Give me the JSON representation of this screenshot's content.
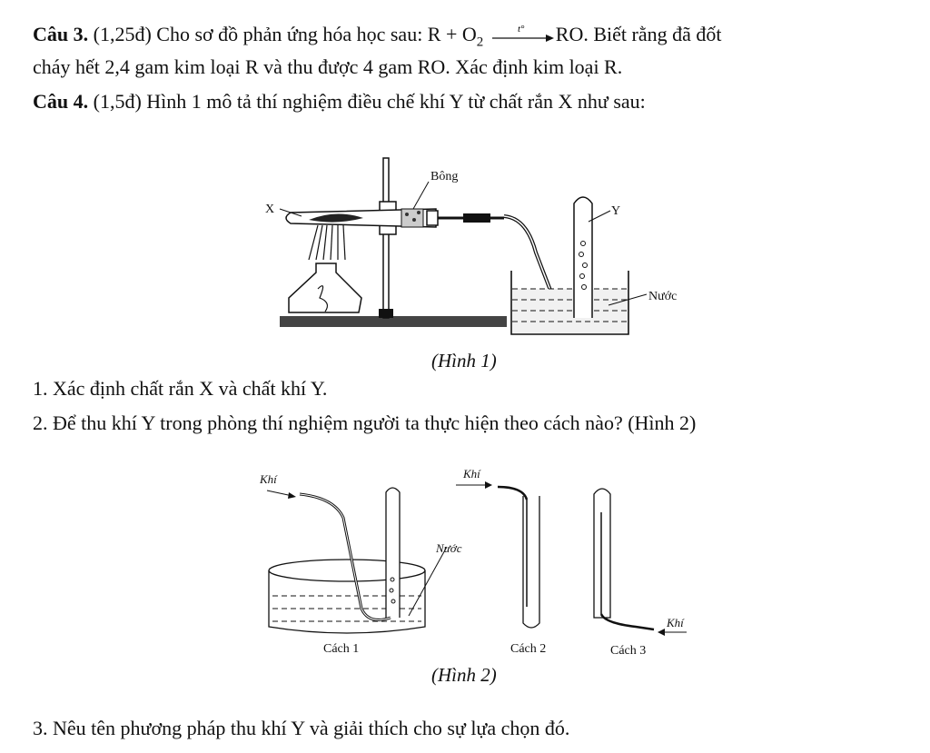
{
  "cau3": {
    "label": "Câu 3.",
    "points": "(1,25đ)",
    "text_a": "Cho sơ đồ phản ứng hóa học sau: R + O",
    "subscript": "2",
    "arrow_cond": "t°",
    "text_b": "RO. Biết rằng đã đốt",
    "line2": "cháy hết 2,4 gam kim loại R và thu được 4 gam RO. Xác định kim loại R."
  },
  "cau4": {
    "label": "Câu 4.",
    "points": "(1,5đ)",
    "text": "Hình 1 mô tả thí nghiệm điều chế khí Y từ chất rắn X như sau:"
  },
  "figure1": {
    "caption": "(Hình 1)",
    "label_x": "X",
    "label_bong": "Bông",
    "label_y": "Y",
    "label_nuoc": "Nước"
  },
  "questions": {
    "q1": "1. Xác định chất rắn X và chất khí Y.",
    "q2": "2. Để thu khí Y trong phòng thí nghiệm người ta thực hiện theo cách nào? (Hình 2)",
    "q3": "3. Nêu tên phương pháp thu khí Y và giải thích cho sự lựa chọn đó."
  },
  "figure2": {
    "caption": "(Hình 2)",
    "khi_1": "Khí",
    "khi_2": "Khí",
    "khi_3": "Khí",
    "nuoc": "Nước",
    "cach1": "Cách 1",
    "cach2": "Cách 2",
    "cach3": "Cách 3"
  }
}
